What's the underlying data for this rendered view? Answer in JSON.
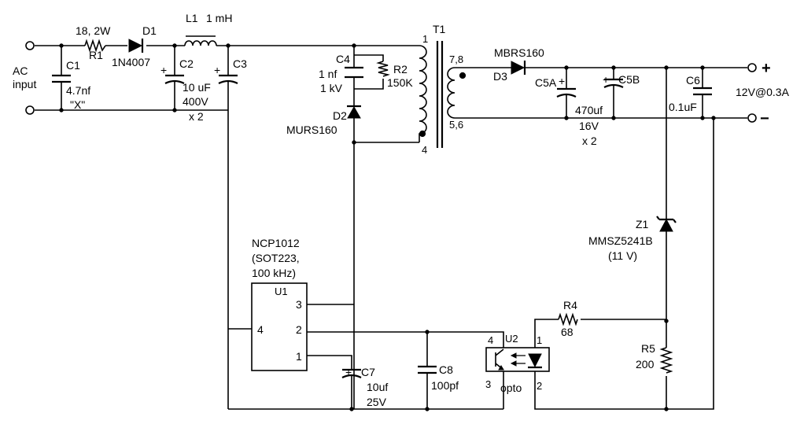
{
  "input": {
    "label_line1": "AC",
    "label_line2": "input"
  },
  "output": {
    "rating": "12V@0.3A",
    "plus": "+",
    "minus": "−"
  },
  "components": {
    "R1": {
      "ref": "R1",
      "value": "18, 2W"
    },
    "D1": {
      "ref": "D1",
      "part": "1N4007"
    },
    "L1": {
      "ref": "L1",
      "value": "1 mH"
    },
    "C1": {
      "ref": "C1",
      "value": "4.7nf",
      "note": "\"X\""
    },
    "C2": {
      "ref": "C2",
      "value": "10 uF",
      "voltage": "400V",
      "qty": "x 2",
      "polarity": "+"
    },
    "C3": {
      "ref": "C3",
      "polarity": "+"
    },
    "C4": {
      "ref": "C4",
      "value": "1 nf",
      "voltage": "1 kV"
    },
    "R2": {
      "ref": "R2",
      "value": "150K"
    },
    "D2": {
      "ref": "D2",
      "part": "MURS160"
    },
    "T1": {
      "ref": "T1",
      "pin1": "1",
      "pin4": "4",
      "pin78": "7,8",
      "pin56": "5,6"
    },
    "D3": {
      "ref": "D3",
      "part": "MBRS160"
    },
    "C5A": {
      "ref": "C5A",
      "polarity": "+"
    },
    "C5B": {
      "ref": "C5B",
      "value": "470uf",
      "voltage": "16V",
      "qty": "x 2",
      "polarity": "+"
    },
    "C6": {
      "ref": "C6",
      "value": "0.1uF"
    },
    "Z1": {
      "ref": "Z1",
      "part": "MMSZ5241B",
      "voltage": "(11 V)"
    },
    "U1": {
      "ref": "U1",
      "part": "NCP1012",
      "package": "(SOT223,",
      "freq": "100 kHz)",
      "pin1": "1",
      "pin2": "2",
      "pin3": "3",
      "pin4": "4"
    },
    "R4": {
      "ref": "R4",
      "value": "68"
    },
    "R5": {
      "ref": "R5",
      "value": "200"
    },
    "C7": {
      "ref": "C7",
      "value": "10uf",
      "voltage": "25V",
      "polarity": "+"
    },
    "C8": {
      "ref": "C8",
      "value": "100pf"
    },
    "U2": {
      "ref": "U2",
      "label": "opto",
      "pin1": "1",
      "pin2": "2",
      "pin3": "3",
      "pin4": "4"
    }
  }
}
